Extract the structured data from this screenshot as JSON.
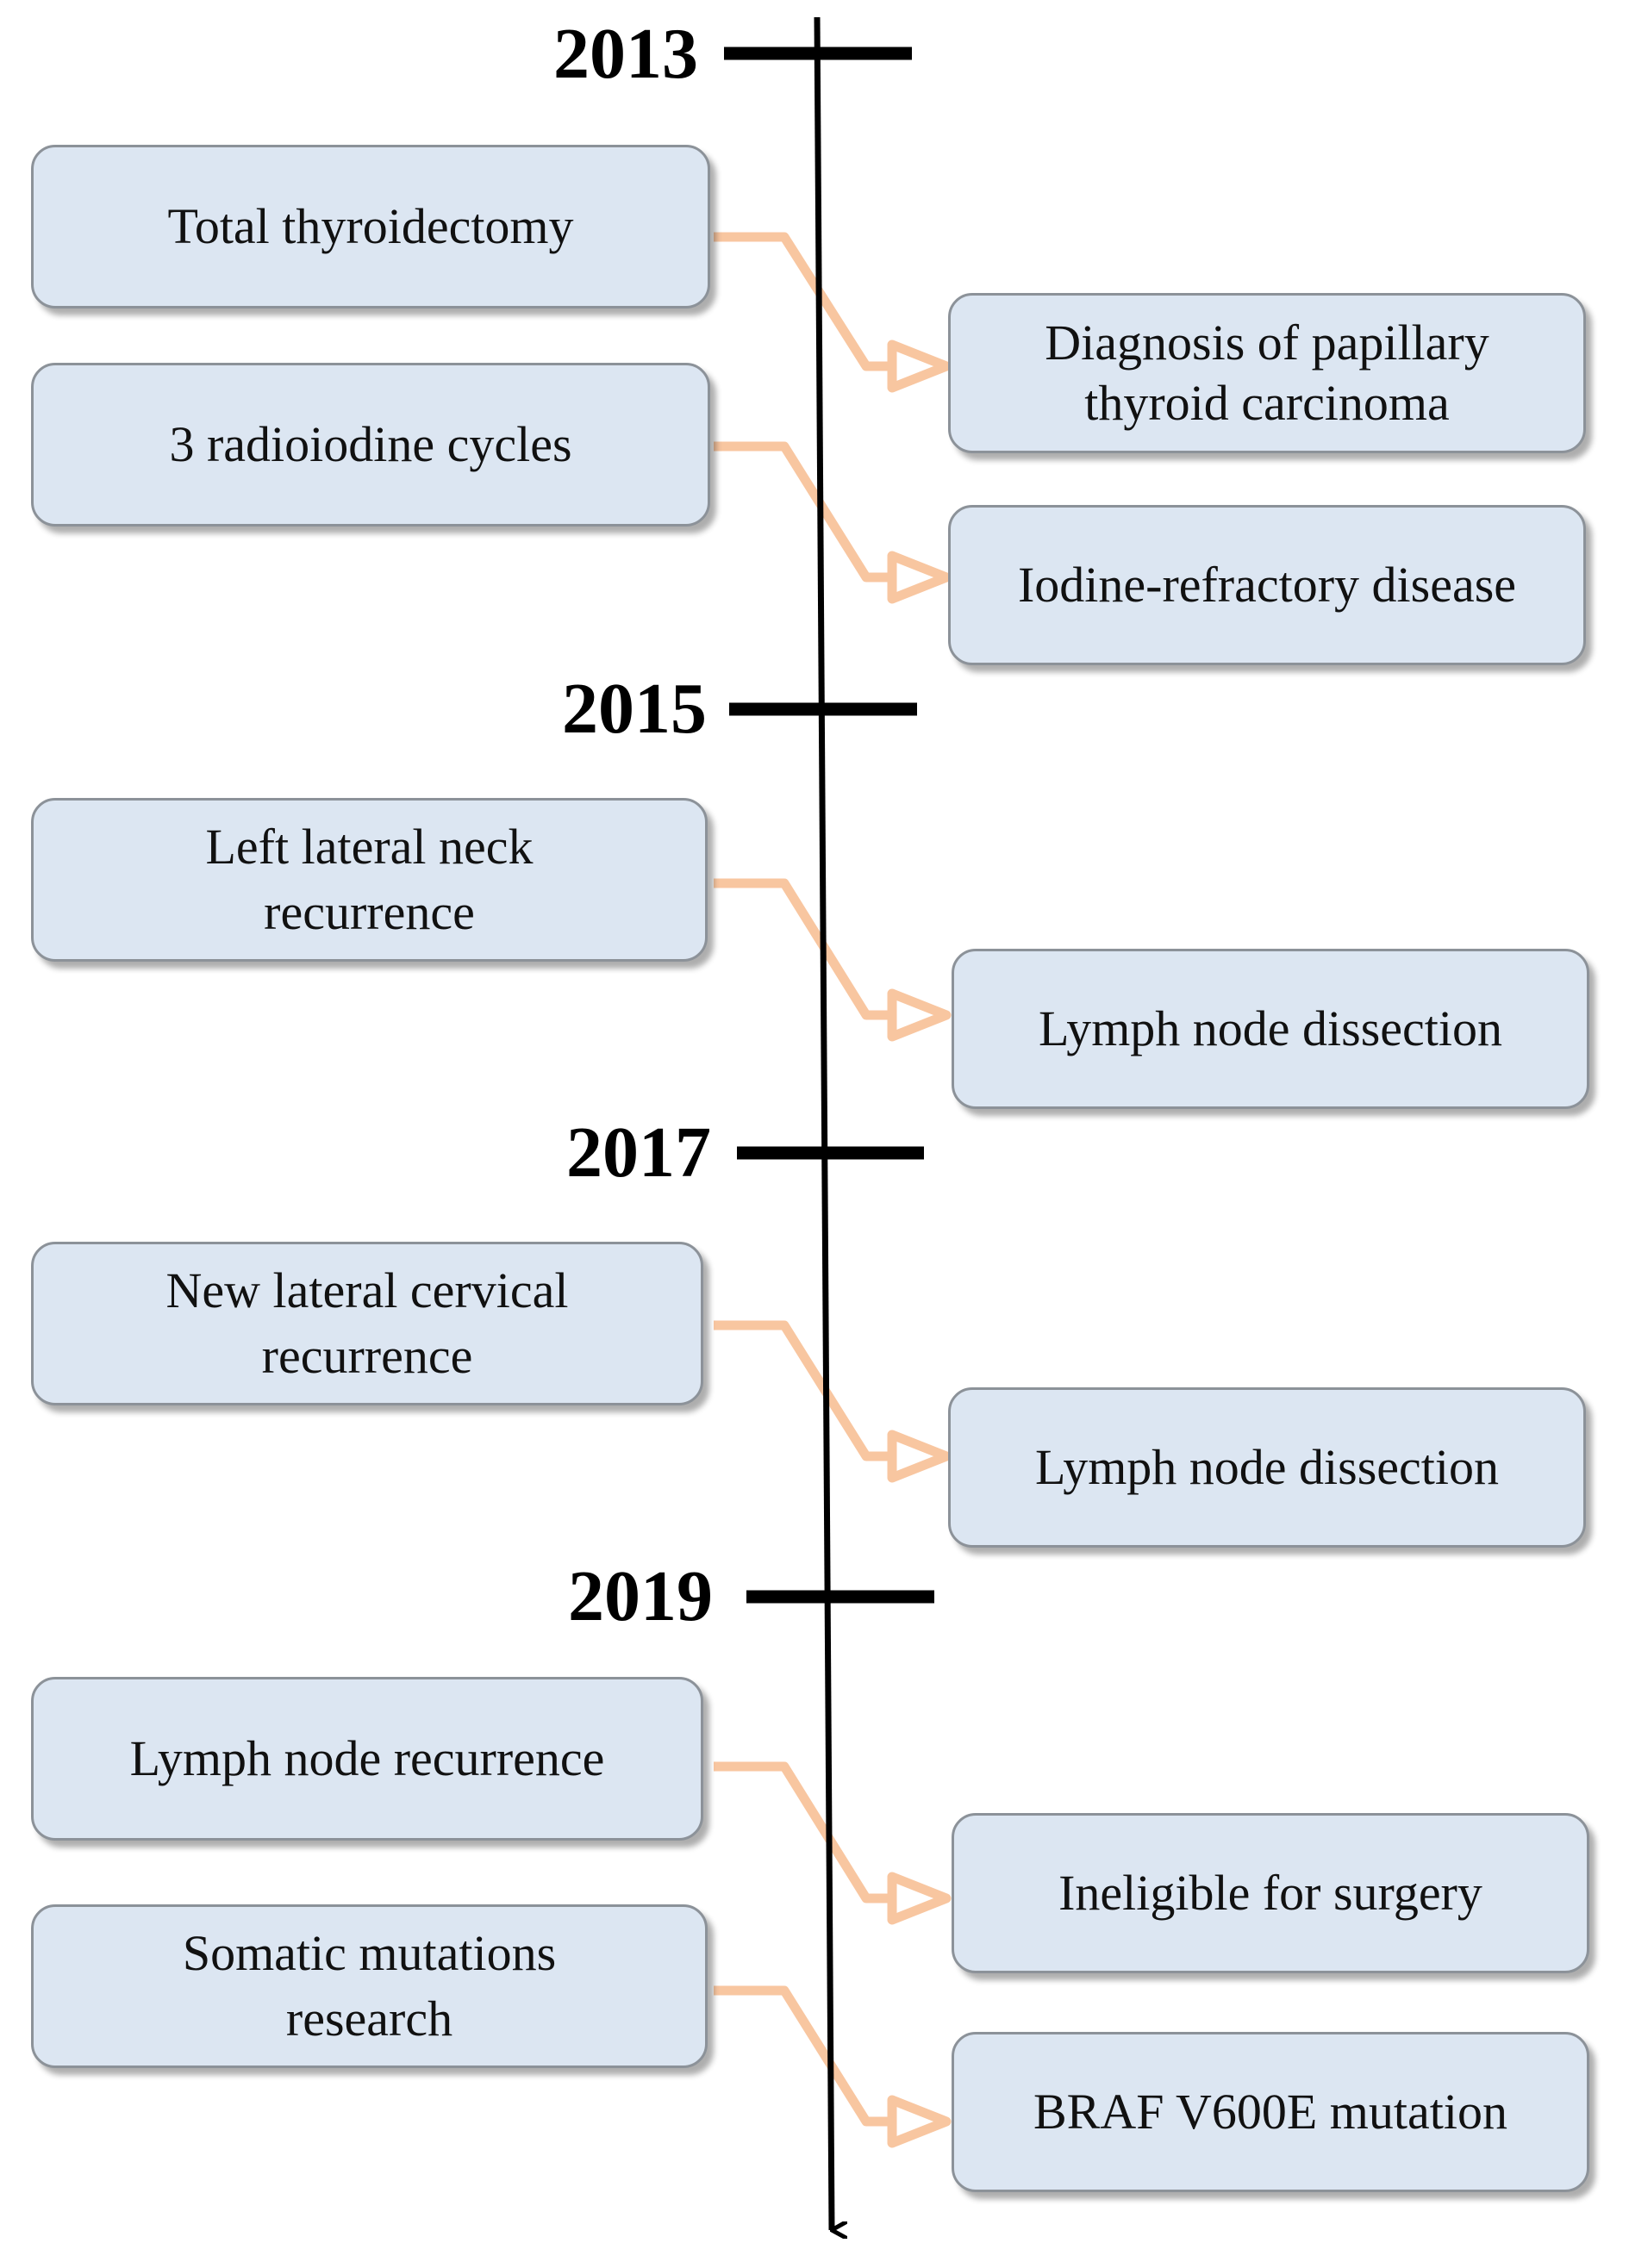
{
  "timeline": {
    "years": [
      "2013",
      "2015",
      "2017",
      "2019"
    ],
    "events": [
      {
        "left": "Total thyroidectomy",
        "right": "Diagnosis of papillary thyroid carcinoma"
      },
      {
        "left": "3 radioiodine cycles",
        "right": "Iodine-refractory disease"
      },
      {
        "left": "Left lateral neck recurrence",
        "right": "Lymph node dissection"
      },
      {
        "left": "New lateral cervical recurrence",
        "right": "Lymph node dissection"
      },
      {
        "left": "Lymph node recurrence",
        "right": "Ineligible for surgery"
      },
      {
        "left": "Somatic mutations research",
        "right": "BRAF V600E mutation"
      }
    ]
  },
  "colors": {
    "box_fill": "#dce6f2",
    "box_border": "#8c9299",
    "connector": "#f8c6a0",
    "axis": "#000000"
  }
}
